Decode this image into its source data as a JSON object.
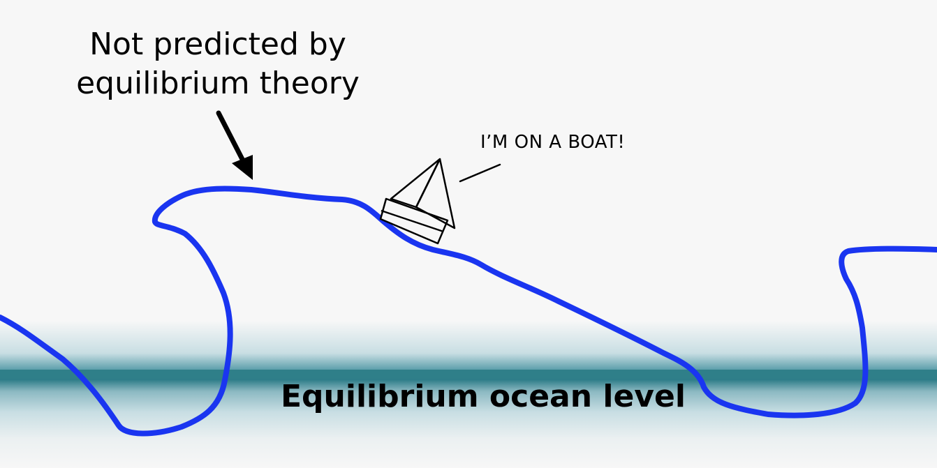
{
  "annotation": {
    "line1": "Not predicted by",
    "line2": "equilibrium theory"
  },
  "boat_speech": "I’M ON A BOAT!",
  "ocean_label": "Equilibrium ocean level",
  "colors": {
    "wave": "#1a35f0",
    "ocean_band": "#2f7f89",
    "background": "#f7f7f7",
    "ink": "#000000"
  }
}
